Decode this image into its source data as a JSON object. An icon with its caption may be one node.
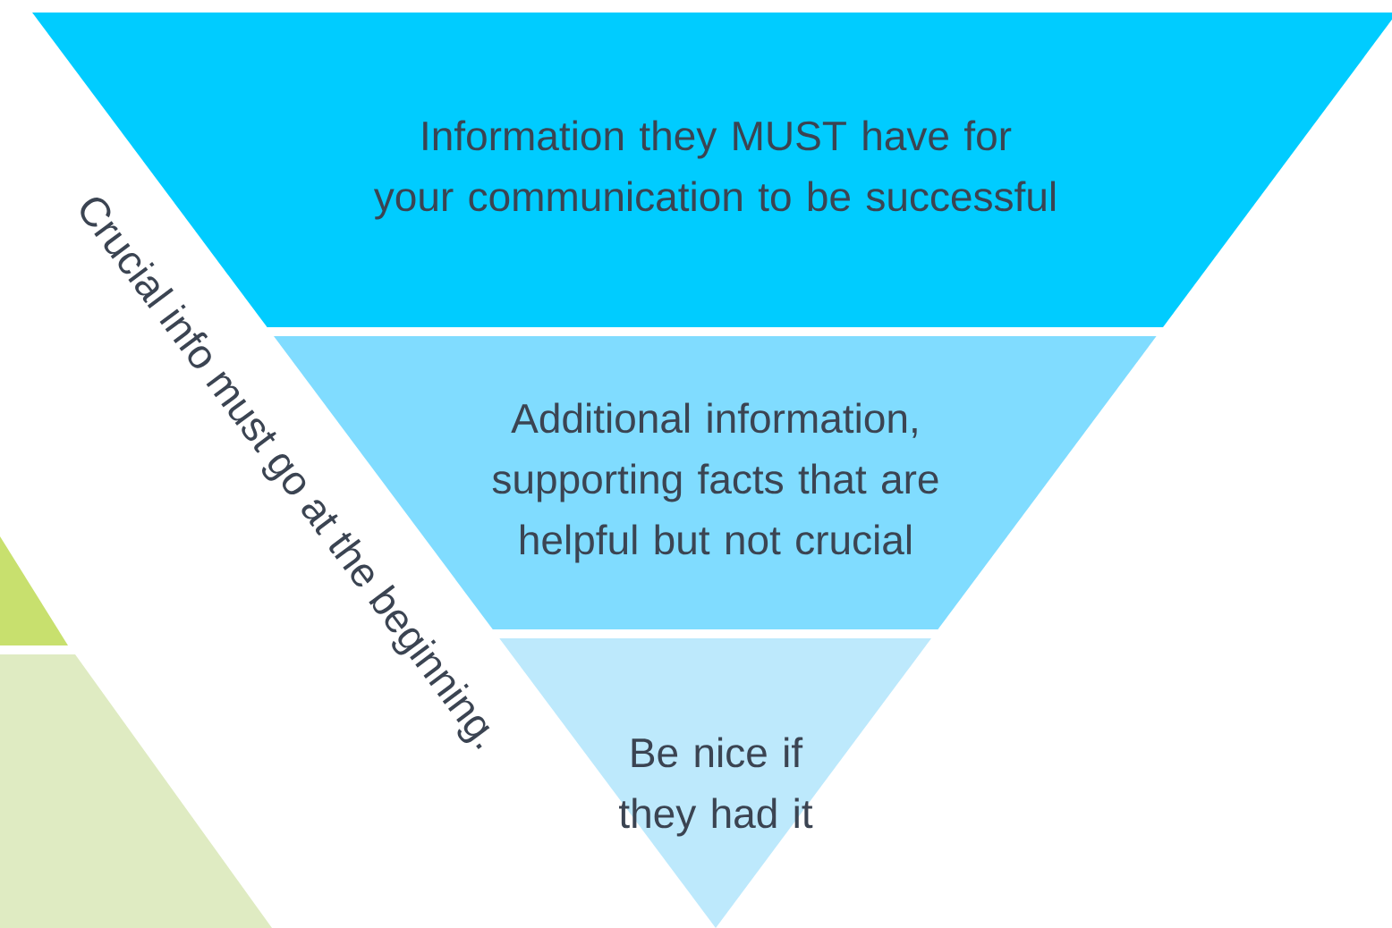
{
  "diagram": {
    "nodes": [
      {
        "text": [
          "Information they MUST have for your communication to be successful"
        ]
      },
      {
        "text": [
          "Additional information, supporting facts that are helpful but not crucial"
        ]
      },
      {
        "text": [
          "Be nice if they had it"
        ]
      }
    ],
    "labels": [
      "Crucial info must go at the beginning."
    ]
  }
}
